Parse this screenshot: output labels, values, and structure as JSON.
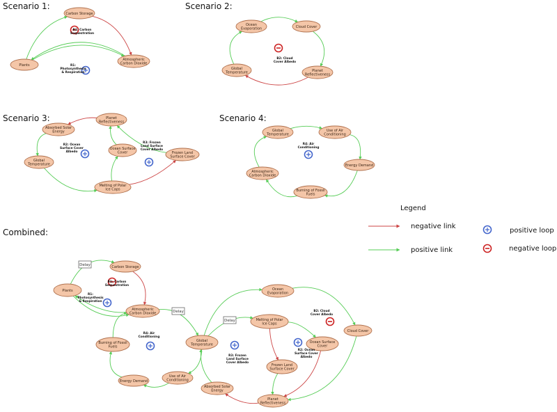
{
  "colors": {
    "positive": "#55cc55",
    "negative": "#cc4444",
    "node_fill": "#f4c6a8",
    "positive_loop": "#4466cc",
    "negative_loop": "#cc2222"
  },
  "headings": {
    "s1": "Scenario 1:",
    "s2": "Scenario 2:",
    "s3": "Scenario 3:",
    "s4": "Scenario 4:",
    "combined": "Combined:"
  },
  "legend": {
    "title": "Legend",
    "negative_link": "negative link",
    "positive_link": "positive link",
    "positive_loop": "positive loop",
    "negative_loop": "negative loop"
  },
  "loop_symbols": {
    "positive": "+",
    "negative": "−"
  },
  "delay_label": "Delay",
  "nodes": {
    "s1_cs": [
      "Carbon Storage"
    ],
    "s1_acd": [
      "Atmospheric",
      "Carbon Dioxide"
    ],
    "s1_pl": [
      "Plants"
    ],
    "s2_oe": [
      "Ocean",
      "Evaporation"
    ],
    "s2_cc": [
      "Cloud Cover"
    ],
    "s2_gt": [
      "Global",
      "Temperature"
    ],
    "s2_pr": [
      "Planet",
      "Reflectiveness"
    ],
    "s3_pr": [
      "Planet",
      "Reflectiveness"
    ],
    "s3_ase": [
      "Absorbed Solar",
      "Energy"
    ],
    "s3_osc": [
      "Ocean Surface",
      "Cover"
    ],
    "s3_flc": [
      "Frozen Land",
      "Surface Cover"
    ],
    "s3_gt": [
      "Global",
      "Temperature"
    ],
    "s3_mpi": [
      "Melting of Polar",
      "Ice Caps"
    ],
    "s4_gt": [
      "Global",
      "Temperature"
    ],
    "s4_uac": [
      "Use of Air",
      "Conditioning"
    ],
    "s4_ed": [
      "Energy Demand"
    ],
    "s4_acd": [
      "Atmospheric",
      "Carbon Dioxide"
    ],
    "s4_bff": [
      "Burning of Fossil",
      "Fuels"
    ],
    "c_cs": [
      "Carbon Storage"
    ],
    "c_pl": [
      "Plants"
    ],
    "c_acd": [
      "Atmospheric",
      "Carbon Dioxide"
    ],
    "c_bff": [
      "Burning of Fossil",
      "Fuels"
    ],
    "c_ed": [
      "Energy Demand"
    ],
    "c_uac": [
      "Use of Air",
      "Conditioning"
    ],
    "c_gt": [
      "Global",
      "Temperature"
    ],
    "c_ase": [
      "Absorbed Solar",
      "Energy"
    ],
    "c_oe": [
      "Ocean",
      "Evaporation"
    ],
    "c_mpi": [
      "Melting of Polar",
      "Ice Caps"
    ],
    "c_osc": [
      "Ocean Surface",
      "Cover"
    ],
    "c_flc": [
      "Frozen Land",
      "Surface Cover"
    ],
    "c_cc": [
      "Cloud Cover"
    ],
    "c_pr": [
      "Planet",
      "Reflectiveness"
    ]
  },
  "loops": {
    "s1_b1": [
      "B1: Carbon",
      "Sequestration"
    ],
    "s1_r1": [
      "R1:",
      "Photosynthesis",
      "& Respiration"
    ],
    "s2_b2": [
      "B2: Cloud",
      "Cover Albedo"
    ],
    "s3_r2": [
      "R2: Ocean",
      "Surface Cover",
      "Albedo"
    ],
    "s3_r3": [
      "R3: Frozen",
      "Land Surface",
      "Cover Albedo"
    ],
    "s4_r4": [
      "R4: Air",
      "Conditioning"
    ],
    "c_b1": [
      "B1: Carbon",
      "Sequestration"
    ],
    "c_r1": [
      "R1:",
      "Photosynthesis",
      "& Respiration"
    ],
    "c_r4": [
      "R4: Air",
      "Conditioning"
    ],
    "c_b2": [
      "B2: Cloud",
      "Cover Albedo"
    ],
    "c_r2": [
      "R2: Ocean",
      "Surface Cover",
      "Albedo"
    ],
    "c_r3": [
      "R3: Frozen",
      "Land Surface",
      "Cover Albedo"
    ]
  }
}
